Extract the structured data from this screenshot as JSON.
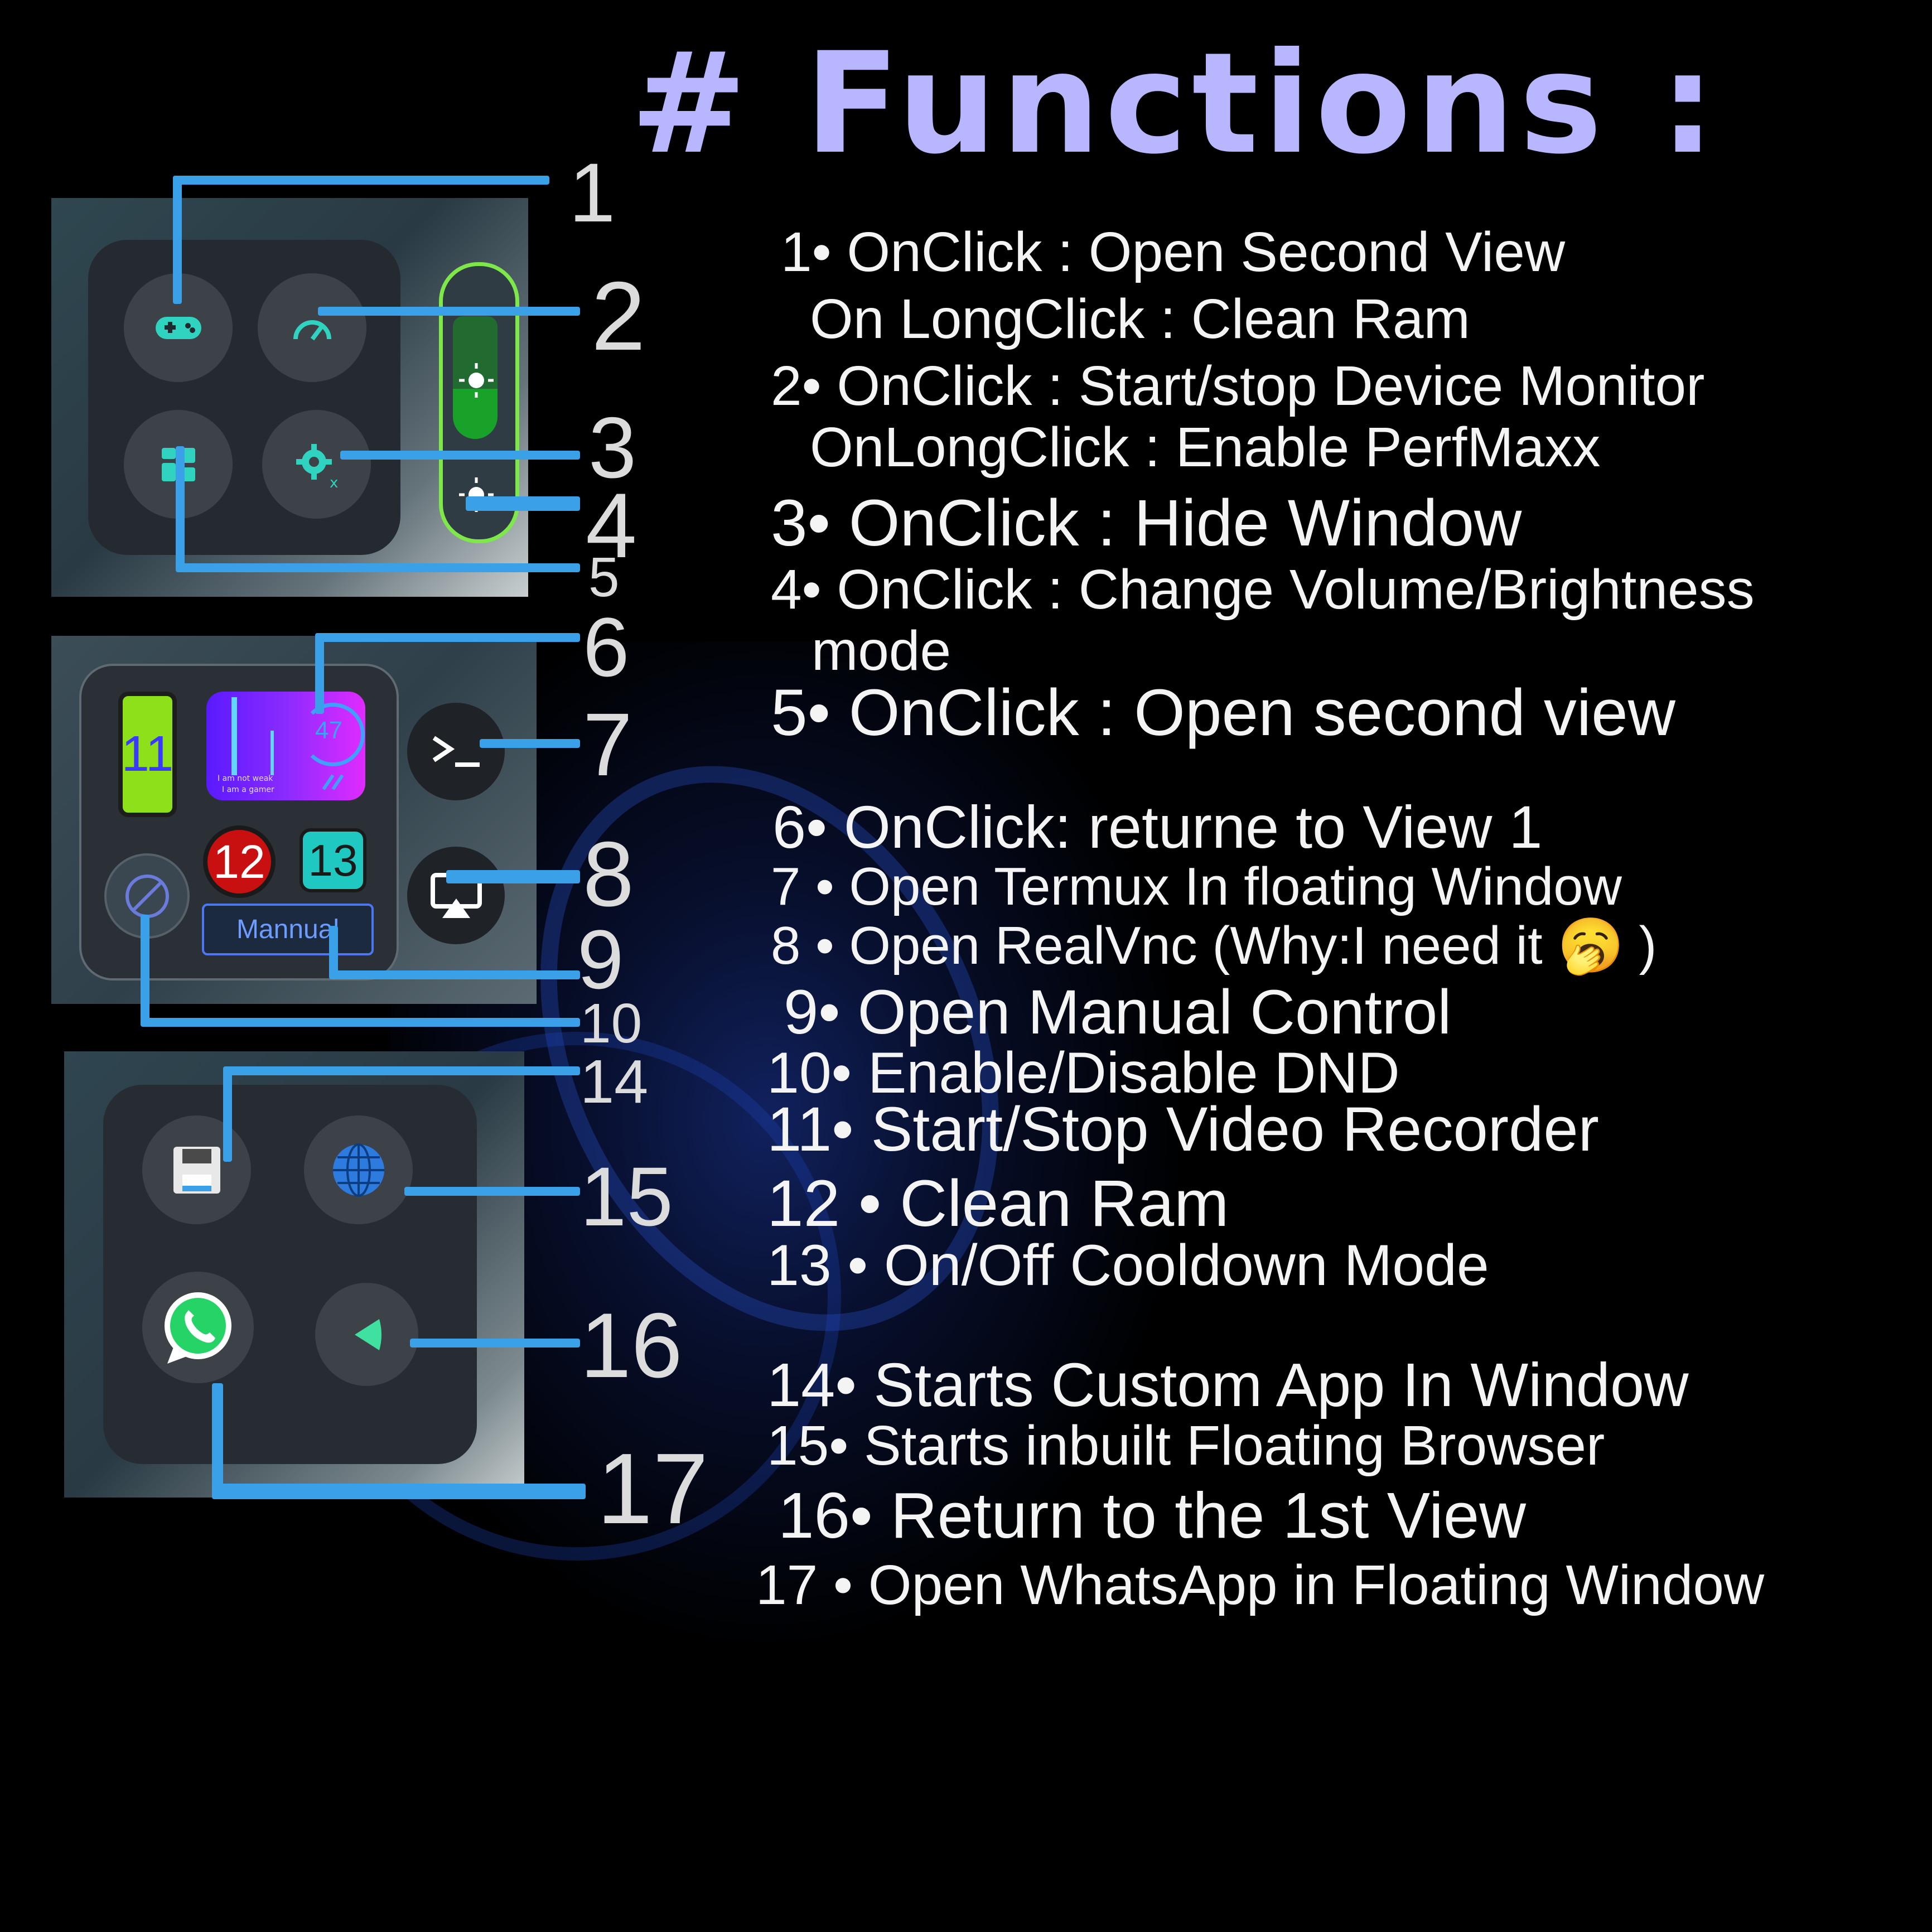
{
  "title": "# Functions :",
  "numbers": [
    "1",
    "2",
    "3",
    "4",
    "5",
    "6",
    "7",
    "8",
    "9",
    "10",
    "14",
    "15",
    "16",
    "17"
  ],
  "panel2": {
    "battery_value": "11",
    "gauge_value": "47",
    "gauge_caption_1": "I am not weak",
    "gauge_caption_2": "I am a gamer",
    "badge_12": "12",
    "badge_13": "13",
    "manual_label": "Mannual"
  },
  "functions": [
    "1• OnClick : Open Second View",
    "On LongClick : Clean Ram",
    "2• OnClick : Start/stop Device Monitor",
    "OnLongClick : Enable PerfMaxx",
    "3• OnClick : Hide Window",
    "4• OnClick : Change Volume/Brightness",
    "mode",
    "5• OnClick : Open second view",
    "6• OnClick: returne to View 1",
    "7 • Open Termux In floating Window",
    "8 • Open RealVnc (Why:I need it 🥱 )",
    "9• Open Manual Control",
    "10• Enable/Disable DND",
    "11• Start/Stop Video Recorder",
    "12 • Clean Ram",
    "13 • On/Off Cooldown Mode",
    "14• Starts Custom App In Window",
    "15• Starts inbuilt Floating Browser",
    "16• Return to the 1st View",
    "17 • Open WhatsApp in Floating Window"
  ],
  "icons": {
    "gamepad": "gamepad-icon",
    "speedometer": "speedometer-icon",
    "grid": "grid-icon",
    "settings": "settings-icon",
    "brightness": "brightness-icon",
    "terminal": "terminal-icon",
    "airplay": "airplay-icon",
    "dnd": "dnd-icon",
    "save": "save-icon",
    "globe": "globe-icon",
    "whatsapp": "whatsapp-icon",
    "back": "back-arrow-icon"
  },
  "colors": {
    "title": "#b8b6ff",
    "connector": "#3aa0e8",
    "accent_green": "#7ee84a",
    "teal": "#29c7b0"
  }
}
